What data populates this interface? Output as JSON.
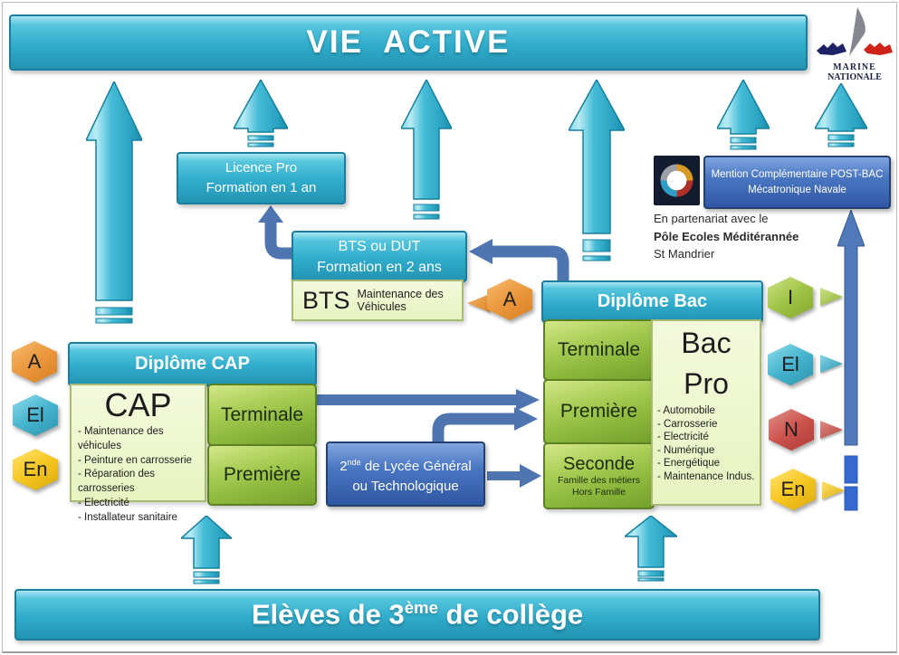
{
  "title_banner": "VIE  ACTIVE",
  "bottom_banner": {
    "prefix": "Elèves de 3",
    "sup": "ème",
    "suffix": " de collège"
  },
  "marine_logo": {
    "line1": "MARINE",
    "line2": "NATIONALE"
  },
  "licence_pro": {
    "line1": "Licence Pro",
    "line2": "Formation en 1 an"
  },
  "bts": {
    "line1": "BTS ou DUT",
    "line2": "Formation en 2 ans",
    "diploma": "BTS",
    "specialty": "Maintenance des Véhicules"
  },
  "bac": {
    "title": "Diplôme Bac",
    "terminale": "Terminale",
    "premiere": "Première",
    "seconde": "Seconde",
    "seconde_sub1": "Famille des métiers",
    "seconde_sub2": "Hors Famille",
    "program1": "Bac",
    "program2": "Pro",
    "specialties": [
      "- Automobile",
      "- Carrosserie",
      "- Electricité",
      "- Numérique",
      "- Energétique",
      "- Maintenance Indus."
    ]
  },
  "cap": {
    "title": "Diplôme CAP",
    "program": "CAP",
    "specialties": [
      "- Maintenance des véhicules",
      "- Peinture en carrosserie",
      "- Réparation des carrosseries",
      "- Electricité",
      "- Installateur sanitaire"
    ],
    "terminale": "Terminale",
    "premiere": "Première"
  },
  "seconde_gt": {
    "num": "2",
    "sup": "nde",
    "rest": " de Lycée Général",
    "line2": "ou Technologique"
  },
  "mention": {
    "line1": "Mention Complémentaire POST-BAC",
    "line2": "Mécatronique Navale"
  },
  "partnership": {
    "line1": "En partenariat avec le",
    "line2": "Pôle Ecoles Méditérannée",
    "line3": "St Mandrier"
  },
  "badges": {
    "left": [
      {
        "label": "A",
        "color": "#E8923A"
      },
      {
        "label": "El",
        "color": "#3FB0C9"
      },
      {
        "label": "En",
        "color": "#F2C313"
      }
    ],
    "right": [
      {
        "label": "I",
        "color": "#9CC23E"
      },
      {
        "label": "El",
        "color": "#3FB0C9"
      },
      {
        "label": "N",
        "color": "#C24B45"
      },
      {
        "label": "En",
        "color": "#F2C313"
      }
    ]
  },
  "colors": {
    "cyan": "#2FA9C8",
    "green": "#8CB83C",
    "pale_green": "#EAF4C2",
    "blue_box": "#3E6CB5",
    "arrow_blue": "#4F75B0",
    "orange": "#E8923A",
    "yellow": "#F2C313",
    "red": "#C24B45",
    "hex_green": "#9CC23E",
    "navy_logo": "#131B2E"
  }
}
